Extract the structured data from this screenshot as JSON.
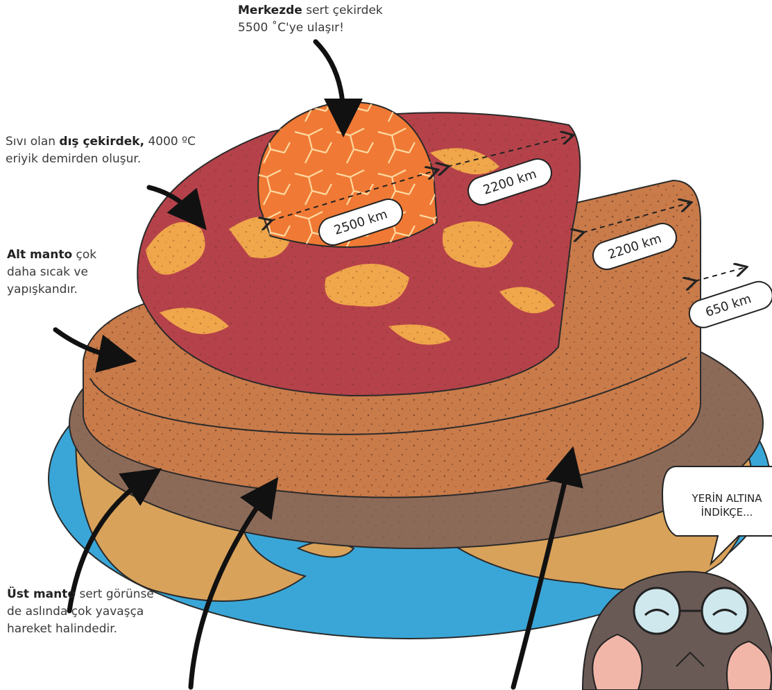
{
  "captions": {
    "core_bold": "Merkezde",
    "core_rest": " sert çekirdek",
    "core_line2": "5500 ˚C'ye ulaşır!",
    "outer_pre": "Sıvı olan ",
    "outer_bold": "dış çekirdek,",
    "outer_rest": " 4000 ºC",
    "outer_line2": "eriyik demirden oluşur.",
    "lower_bold": "Alt manto",
    "lower_rest": " çok",
    "lower_line2": "daha sıcak ve",
    "lower_line3": "yapışkandır.",
    "upper_bold": "Üst manto",
    "upper_rest": " sert görünse",
    "upper_line2": "de aslında çok yavaşça",
    "upper_line3": "hareket halindedir."
  },
  "distances": {
    "inner_core": "2500 km",
    "outer_core": "2200 km",
    "lower_mantle": "2200 km",
    "upper_mantle": "650 km"
  },
  "speech": {
    "line1": "YERİN ALTINA",
    "line2": "İNDİKÇE..."
  },
  "colors": {
    "ocean": "#3aa6d8",
    "land": "#d9a25a",
    "upper_mantle": "#8c6a58",
    "lower_mantle": "#c97b4a",
    "outer_core_red": "#b5424a",
    "outer_core_yellow": "#f0a64a",
    "inner_core": "#f07a35"
  }
}
